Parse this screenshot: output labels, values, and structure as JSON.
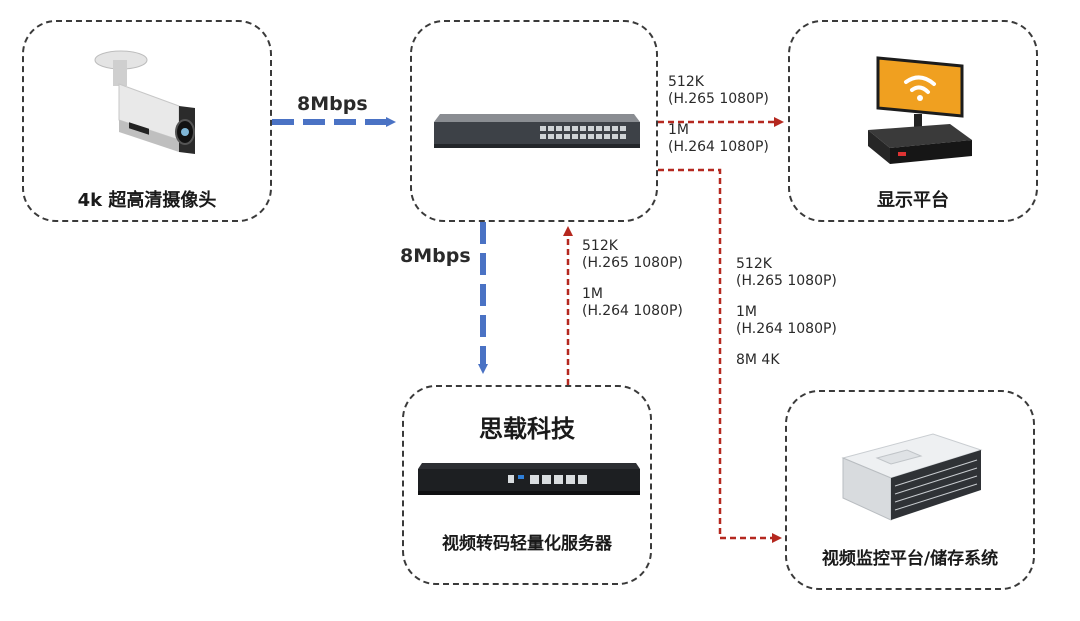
{
  "nodes": {
    "camera": {
      "label": "4k 超高清摄像头",
      "icon": "camera-icon"
    },
    "switch": {
      "label": "",
      "icon": "network-switch-icon"
    },
    "display": {
      "label": "显示平台",
      "icon": "display-monitor-icon"
    },
    "server": {
      "title": "思载科技",
      "label": "视频转码轻量化服务器",
      "icon": "rack-server-icon"
    },
    "storage": {
      "label": "视频监控平台/储存系统",
      "icon": "storage-array-icon"
    }
  },
  "edges": {
    "camera_to_switch": {
      "label": "8Mbps",
      "color": "#4a72c4"
    },
    "switch_to_server": {
      "label": "8Mbps",
      "color": "#4a72c4"
    },
    "server_to_switch": {
      "line1": "512K",
      "line2": "(H.265 1080P)",
      "line3": "1M",
      "line4": "(H.264 1080P)",
      "color": "#b5281f"
    },
    "switch_to_display": {
      "line1": "512K",
      "line2": "(H.265 1080P)",
      "line3": "1M",
      "line4": "(H.264 1080P)",
      "color": "#b5281f"
    },
    "switch_to_storage": {
      "line1": "512K",
      "line2": "(H.265 1080P)",
      "line3": "1M",
      "line4": "(H.264 1080P)",
      "line5": "8M  4K",
      "color": "#b5281f"
    }
  }
}
